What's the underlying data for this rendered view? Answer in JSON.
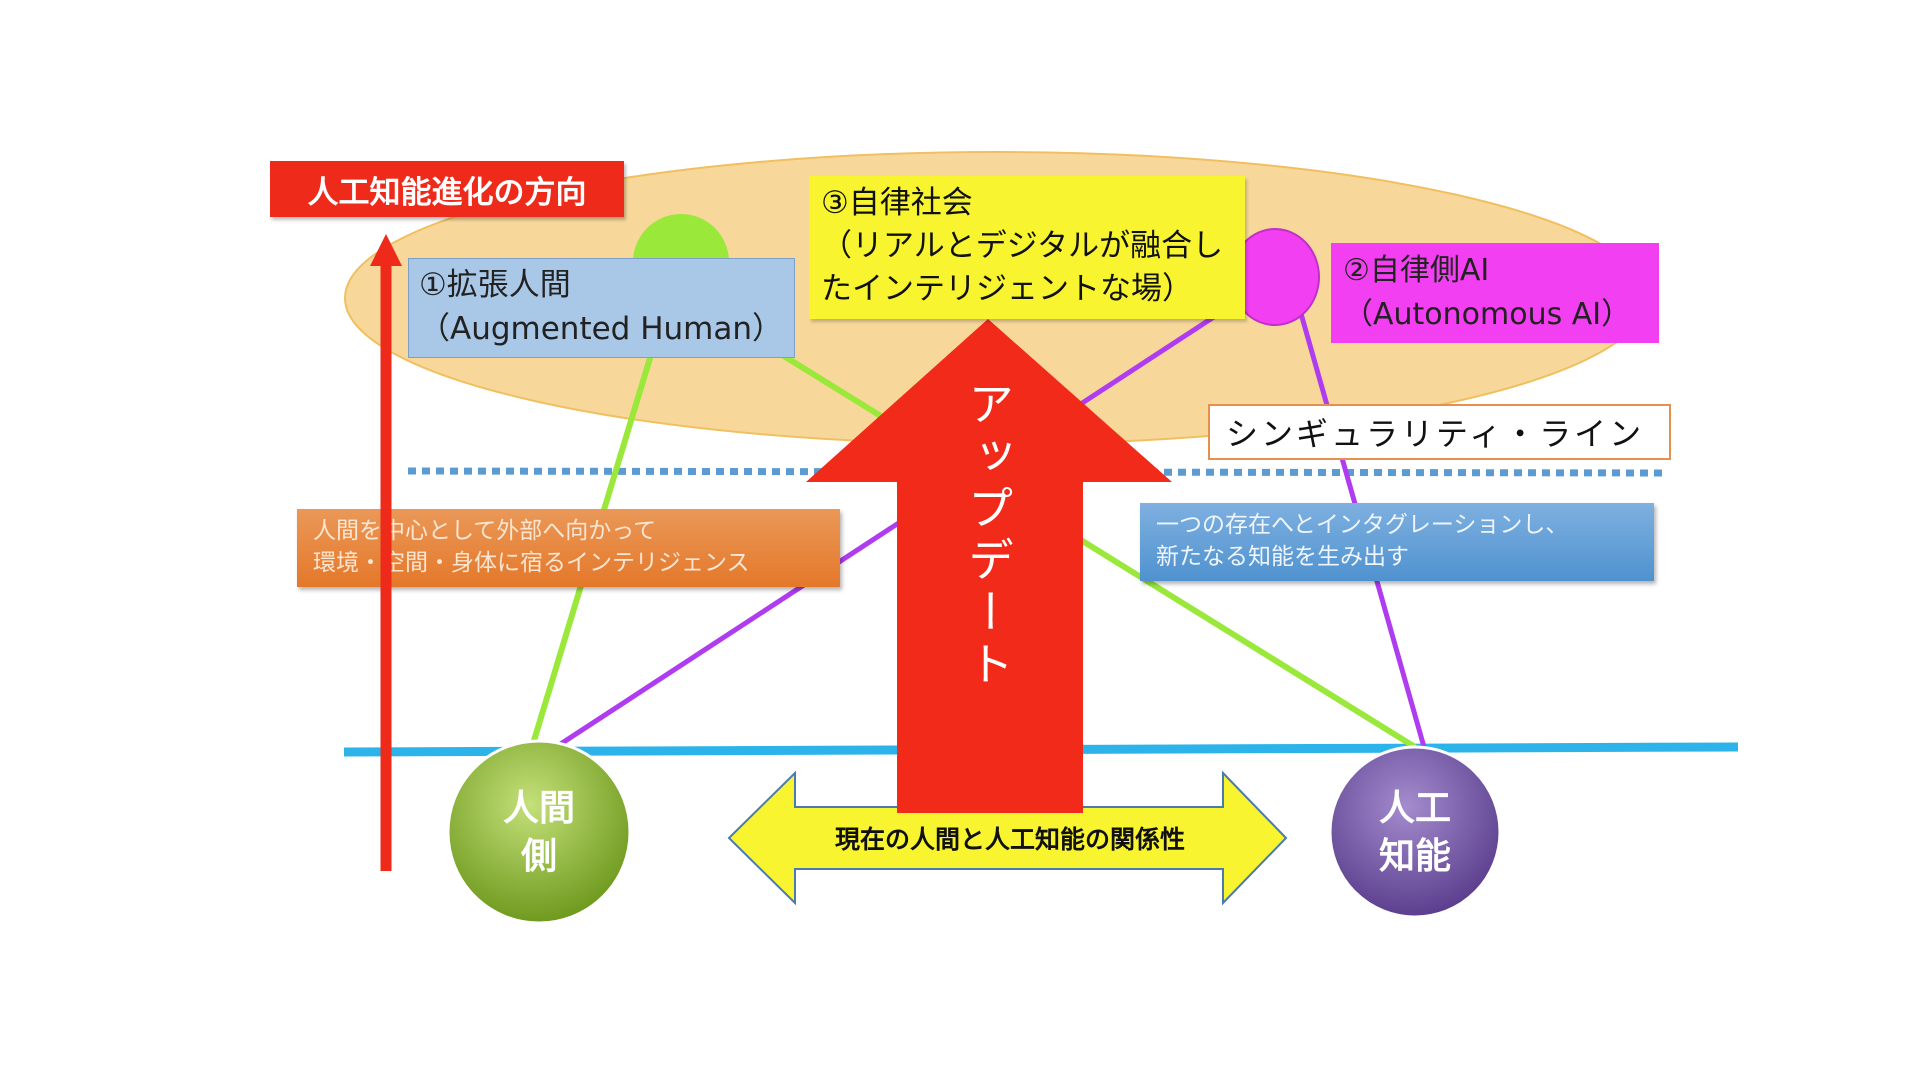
{
  "direction_label": "人工知能進化の方向",
  "augmented": {
    "line1": "①拡張人間",
    "line2": "（Augmented Human）"
  },
  "society": {
    "line1": "③自律社会",
    "line2": "（リアルとデジタルが融合し",
    "line3": "たインテリジェントな場）"
  },
  "autonomous": {
    "line1": "②自律側AI",
    "line2": "（Autonomous AI）"
  },
  "singularity_label": "シンギュラリティ・ライン",
  "human_desc": {
    "line1": "人間を中心として外部へ向かって",
    "line2": "環境・空間・身体に宿るインテリジェンス"
  },
  "ai_desc": {
    "line1": "一つの存在へとインタグレーションし、",
    "line2": "新たなる知能を生み出す"
  },
  "update_label": "アップデート",
  "human_node": {
    "line1": "人間",
    "line2": "側"
  },
  "ai_node": {
    "line1": "人工",
    "line2": "知能"
  },
  "relation_label": "現在の人間と人工知能の関係性",
  "colors": {
    "red": "#ee2a1b",
    "ellipse": "#f8d89a",
    "green": "#9ae83a",
    "purple": "#b03cf0",
    "blue_line": "#2cb4ea"
  }
}
